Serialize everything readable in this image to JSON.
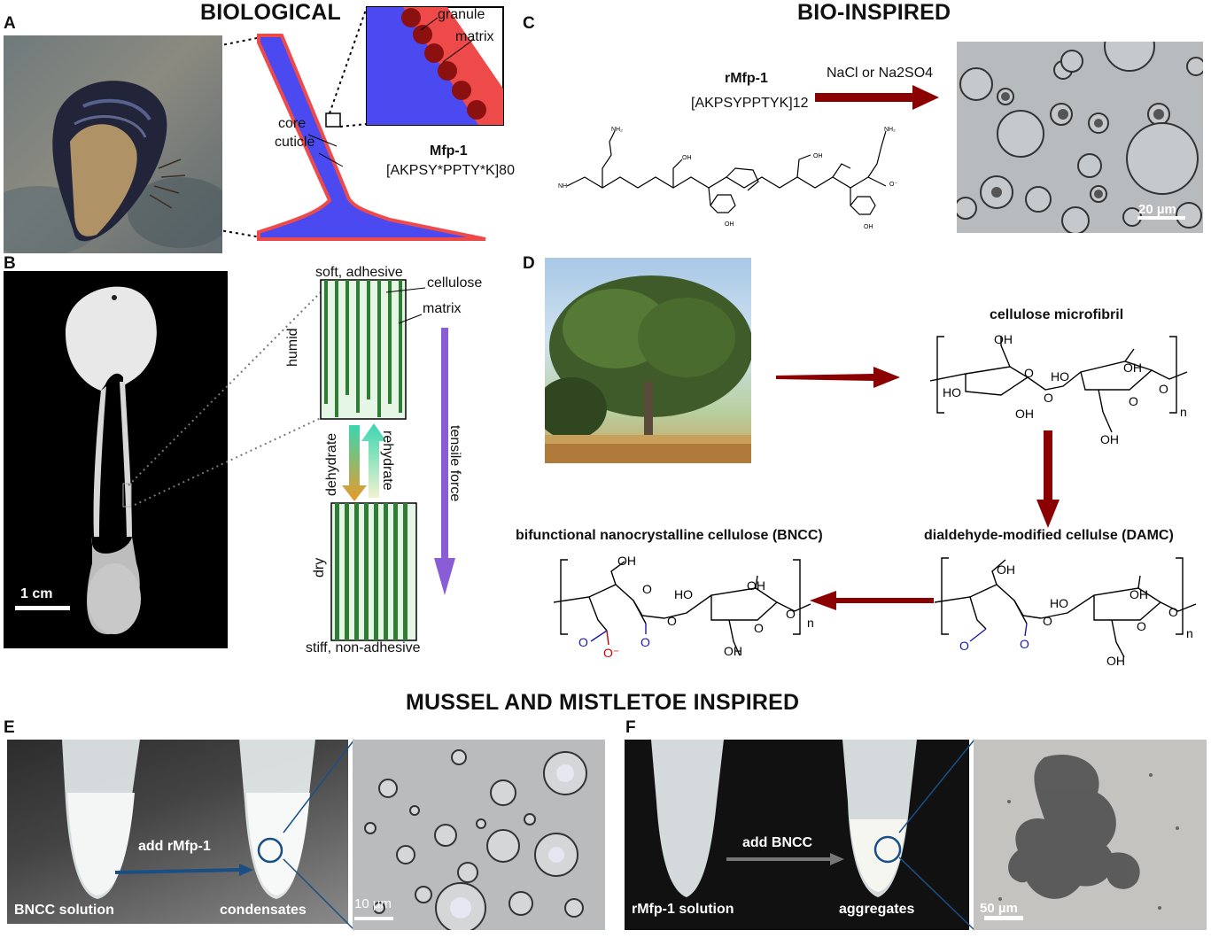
{
  "titles": {
    "biological": "BIOLOGICAL",
    "bioinspired": "BIO-INSPIRED",
    "mussel_mistletoe": "MUSSEL AND MISTLETOE INSPIRED"
  },
  "panels": {
    "a": "A",
    "b": "B",
    "c": "C",
    "d": "D",
    "e": "E",
    "f": "F"
  },
  "panel_a": {
    "inset_granule": "granule",
    "inset_matrix": "matrix",
    "core": "core",
    "cuticle": "cuticle",
    "protein": "Mfp-1",
    "sequence": "[AKPSY*PPTY*K]80"
  },
  "panel_b": {
    "scale_bar": "1 cm",
    "soft": "soft, adhesive",
    "cellulose": "cellulose",
    "matrix": "matrix",
    "humid": "humid",
    "dehydrate": "dehydrate",
    "rehydrate": "rehydrate",
    "dry": "dry",
    "stiff": "stiff, non-adhesive",
    "tensile": "tensile force"
  },
  "panel_c": {
    "protein": "rMfp-1",
    "sequence": "[AKPSYPPTYK]12",
    "salt": "NaCl or Na2SO4",
    "scale_bar": "20 µm"
  },
  "panel_d": {
    "cellulose_title": "cellulose microfibril",
    "damc_title": "dialdehyde-modified cellulse (DAMC)",
    "bncc_title": "bifunctional nanocrystalline cellulose (BNCC)"
  },
  "panel_e": {
    "left_label": "BNCC solution",
    "arrow_label": "add rMfp-1",
    "right_label": "condensates",
    "scale_bar": "10 µm"
  },
  "panel_f": {
    "left_label": "rMfp-1 solution",
    "arrow_label": "add BNCC",
    "right_label": "aggregates",
    "scale_bar": "50 µm"
  },
  "colors": {
    "core_blue": "#4a4af0",
    "cuticle_red": "#ef4a4a",
    "arrow_dark_red": "#8b0000",
    "fiber_green": "#2e7d32",
    "tensile_purple": "#8a5cd6"
  }
}
